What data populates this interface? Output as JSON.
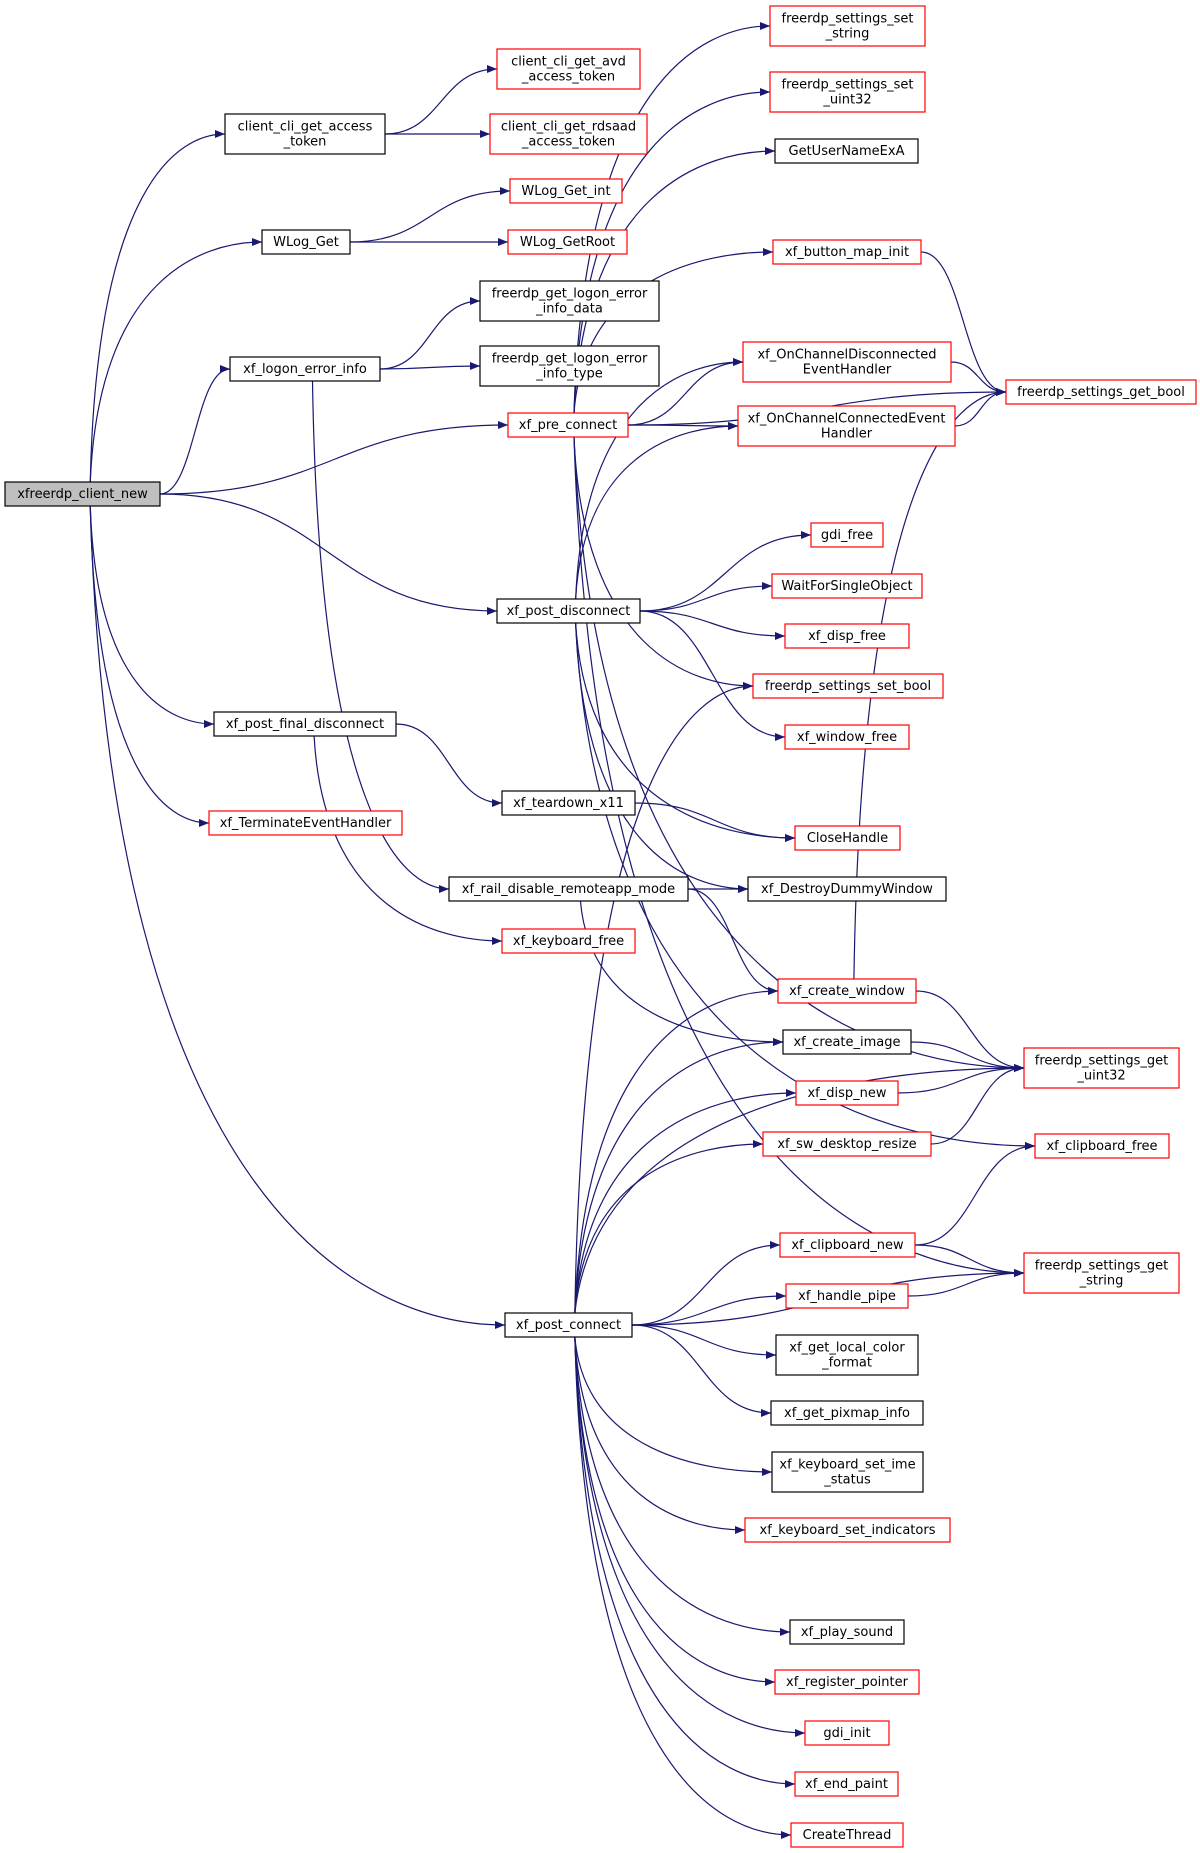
{
  "colors": {
    "edge": "#191970",
    "border_normal": "#000000",
    "border_linked": "#ff0000",
    "fill_root": "#bfbfbf",
    "fill_default": "#ffffff"
  },
  "nodes": [
    {
      "id": "root",
      "lines": [
        "xfreerdp_client_new"
      ],
      "style": "root"
    },
    {
      "id": "cli_access",
      "lines": [
        "client_cli_get_access",
        "_token"
      ],
      "style": "normal"
    },
    {
      "id": "cli_avd",
      "lines": [
        "client_cli_get_avd",
        "_access_token"
      ],
      "style": "linked"
    },
    {
      "id": "cli_rdsaad",
      "lines": [
        "client_cli_get_rdsaad",
        "_access_token"
      ],
      "style": "linked"
    },
    {
      "id": "wlog_get",
      "lines": [
        "WLog_Get"
      ],
      "style": "normal"
    },
    {
      "id": "wlog_int",
      "lines": [
        "WLog_Get_int"
      ],
      "style": "linked"
    },
    {
      "id": "wlog_root",
      "lines": [
        "WLog_GetRoot"
      ],
      "style": "linked"
    },
    {
      "id": "logon_err",
      "lines": [
        "xf_logon_error_info"
      ],
      "style": "normal"
    },
    {
      "id": "logon_data",
      "lines": [
        "freerdp_get_logon_error",
        "_info_data"
      ],
      "style": "normal"
    },
    {
      "id": "logon_type",
      "lines": [
        "freerdp_get_logon_error",
        "_info_type"
      ],
      "style": "normal"
    },
    {
      "id": "pre_connect",
      "lines": [
        "xf_pre_connect"
      ],
      "style": "linked"
    },
    {
      "id": "post_disconnect",
      "lines": [
        "xf_post_disconnect"
      ],
      "style": "normal"
    },
    {
      "id": "post_final",
      "lines": [
        "xf_post_final_disconnect"
      ],
      "style": "normal"
    },
    {
      "id": "terminate",
      "lines": [
        "xf_TerminateEventHandler"
      ],
      "style": "linked"
    },
    {
      "id": "rail_disable",
      "lines": [
        "xf_rail_disable_remoteapp_mode"
      ],
      "style": "normal"
    },
    {
      "id": "post_connect",
      "lines": [
        "xf_post_connect"
      ],
      "style": "normal"
    },
    {
      "id": "teardown",
      "lines": [
        "xf_teardown_x11"
      ],
      "style": "normal"
    },
    {
      "id": "kb_free",
      "lines": [
        "xf_keyboard_free"
      ],
      "style": "linked"
    },
    {
      "id": "set_string",
      "lines": [
        "freerdp_settings_set",
        "_string"
      ],
      "style": "linked"
    },
    {
      "id": "set_uint32",
      "lines": [
        "freerdp_settings_set",
        "_uint32"
      ],
      "style": "linked"
    },
    {
      "id": "getusername",
      "lines": [
        "GetUserNameExA"
      ],
      "style": "normal"
    },
    {
      "id": "button_map",
      "lines": [
        "xf_button_map_init"
      ],
      "style": "linked"
    },
    {
      "id": "on_disc",
      "lines": [
        "xf_OnChannelDisconnected",
        "EventHandler"
      ],
      "style": "linked"
    },
    {
      "id": "on_conn",
      "lines": [
        "xf_OnChannelConnectedEvent",
        "Handler"
      ],
      "style": "linked"
    },
    {
      "id": "gdi_free",
      "lines": [
        "gdi_free"
      ],
      "style": "linked"
    },
    {
      "id": "waitfor",
      "lines": [
        "WaitForSingleObject"
      ],
      "style": "linked"
    },
    {
      "id": "disp_free",
      "lines": [
        "xf_disp_free"
      ],
      "style": "linked"
    },
    {
      "id": "set_bool",
      "lines": [
        "freerdp_settings_set_bool"
      ],
      "style": "linked"
    },
    {
      "id": "window_free",
      "lines": [
        "xf_window_free"
      ],
      "style": "linked"
    },
    {
      "id": "closehandle",
      "lines": [
        "CloseHandle"
      ],
      "style": "linked"
    },
    {
      "id": "destroy_dummy",
      "lines": [
        "xf_DestroyDummyWindow"
      ],
      "style": "normal"
    },
    {
      "id": "create_window",
      "lines": [
        "xf_create_window"
      ],
      "style": "linked"
    },
    {
      "id": "create_image",
      "lines": [
        "xf_create_image"
      ],
      "style": "normal"
    },
    {
      "id": "disp_new",
      "lines": [
        "xf_disp_new"
      ],
      "style": "linked"
    },
    {
      "id": "sw_resize",
      "lines": [
        "xf_sw_desktop_resize"
      ],
      "style": "linked"
    },
    {
      "id": "clip_new",
      "lines": [
        "xf_clipboard_new"
      ],
      "style": "linked"
    },
    {
      "id": "handle_pipe",
      "lines": [
        "xf_handle_pipe"
      ],
      "style": "linked"
    },
    {
      "id": "local_color",
      "lines": [
        "xf_get_local_color",
        "_format"
      ],
      "style": "normal"
    },
    {
      "id": "pixmap_info",
      "lines": [
        "xf_get_pixmap_info"
      ],
      "style": "normal"
    },
    {
      "id": "ime_status",
      "lines": [
        "xf_keyboard_set_ime",
        "_status"
      ],
      "style": "normal"
    },
    {
      "id": "kb_indicators",
      "lines": [
        "xf_keyboard_set_indicators"
      ],
      "style": "linked"
    },
    {
      "id": "play_sound",
      "lines": [
        "xf_play_sound"
      ],
      "style": "normal"
    },
    {
      "id": "reg_pointer",
      "lines": [
        "xf_register_pointer"
      ],
      "style": "linked"
    },
    {
      "id": "gdi_init",
      "lines": [
        "gdi_init"
      ],
      "style": "linked"
    },
    {
      "id": "end_paint",
      "lines": [
        "xf_end_paint"
      ],
      "style": "linked"
    },
    {
      "id": "create_thread",
      "lines": [
        "CreateThread"
      ],
      "style": "linked"
    },
    {
      "id": "get_bool",
      "lines": [
        "freerdp_settings_get_bool"
      ],
      "style": "linked"
    },
    {
      "id": "get_uint32",
      "lines": [
        "freerdp_settings_get",
        "_uint32"
      ],
      "style": "linked"
    },
    {
      "id": "clip_free",
      "lines": [
        "xf_clipboard_free"
      ],
      "style": "linked"
    },
    {
      "id": "get_string",
      "lines": [
        "freerdp_settings_get",
        "_string"
      ],
      "style": "linked"
    }
  ],
  "edges": [
    [
      "root",
      "cli_access"
    ],
    [
      "root",
      "wlog_get"
    ],
    [
      "root",
      "logon_err"
    ],
    [
      "root",
      "pre_connect"
    ],
    [
      "root",
      "post_disconnect"
    ],
    [
      "root",
      "post_final"
    ],
    [
      "root",
      "terminate"
    ],
    [
      "root",
      "post_connect"
    ],
    [
      "cli_access",
      "cli_avd"
    ],
    [
      "cli_access",
      "cli_rdsaad"
    ],
    [
      "wlog_get",
      "wlog_int"
    ],
    [
      "wlog_get",
      "wlog_root"
    ],
    [
      "logon_err",
      "logon_data"
    ],
    [
      "logon_err",
      "logon_type"
    ],
    [
      "logon_err",
      "rail_disable"
    ],
    [
      "pre_connect",
      "set_string"
    ],
    [
      "pre_connect",
      "set_uint32"
    ],
    [
      "pre_connect",
      "getusername"
    ],
    [
      "pre_connect",
      "button_map"
    ],
    [
      "pre_connect",
      "on_disc"
    ],
    [
      "pre_connect",
      "on_conn"
    ],
    [
      "pre_connect",
      "get_bool"
    ],
    [
      "pre_connect",
      "get_uint32"
    ],
    [
      "pre_connect",
      "get_string"
    ],
    [
      "pre_connect",
      "set_bool"
    ],
    [
      "post_disconnect",
      "on_disc"
    ],
    [
      "post_disconnect",
      "on_conn"
    ],
    [
      "post_disconnect",
      "gdi_free"
    ],
    [
      "post_disconnect",
      "waitfor"
    ],
    [
      "post_disconnect",
      "disp_free"
    ],
    [
      "post_disconnect",
      "window_free"
    ],
    [
      "post_disconnect",
      "closehandle"
    ],
    [
      "post_disconnect",
      "destroy_dummy"
    ],
    [
      "post_disconnect",
      "clip_free"
    ],
    [
      "post_final",
      "teardown"
    ],
    [
      "post_final",
      "kb_free"
    ],
    [
      "teardown",
      "closehandle"
    ],
    [
      "rail_disable",
      "destroy_dummy"
    ],
    [
      "rail_disable",
      "create_window"
    ],
    [
      "rail_disable",
      "create_image"
    ],
    [
      "post_connect",
      "set_bool"
    ],
    [
      "post_connect",
      "create_window"
    ],
    [
      "post_connect",
      "create_image"
    ],
    [
      "post_connect",
      "disp_new"
    ],
    [
      "post_connect",
      "sw_resize"
    ],
    [
      "post_connect",
      "get_uint32"
    ],
    [
      "post_connect",
      "clip_new"
    ],
    [
      "post_connect",
      "handle_pipe"
    ],
    [
      "post_connect",
      "local_color"
    ],
    [
      "post_connect",
      "pixmap_info"
    ],
    [
      "post_connect",
      "ime_status"
    ],
    [
      "post_connect",
      "kb_indicators"
    ],
    [
      "post_connect",
      "get_string"
    ],
    [
      "post_connect",
      "play_sound"
    ],
    [
      "post_connect",
      "reg_pointer"
    ],
    [
      "post_connect",
      "gdi_init"
    ],
    [
      "post_connect",
      "end_paint"
    ],
    [
      "post_connect",
      "create_thread"
    ],
    [
      "button_map",
      "get_bool"
    ],
    [
      "on_disc",
      "get_bool"
    ],
    [
      "on_conn",
      "get_bool"
    ],
    [
      "create_window",
      "get_bool"
    ],
    [
      "create_window",
      "get_uint32"
    ],
    [
      "create_image",
      "get_uint32"
    ],
    [
      "disp_new",
      "get_uint32"
    ],
    [
      "sw_resize",
      "get_uint32"
    ],
    [
      "clip_new",
      "clip_free"
    ],
    [
      "clip_new",
      "get_string"
    ],
    [
      "handle_pipe",
      "get_string"
    ]
  ]
}
